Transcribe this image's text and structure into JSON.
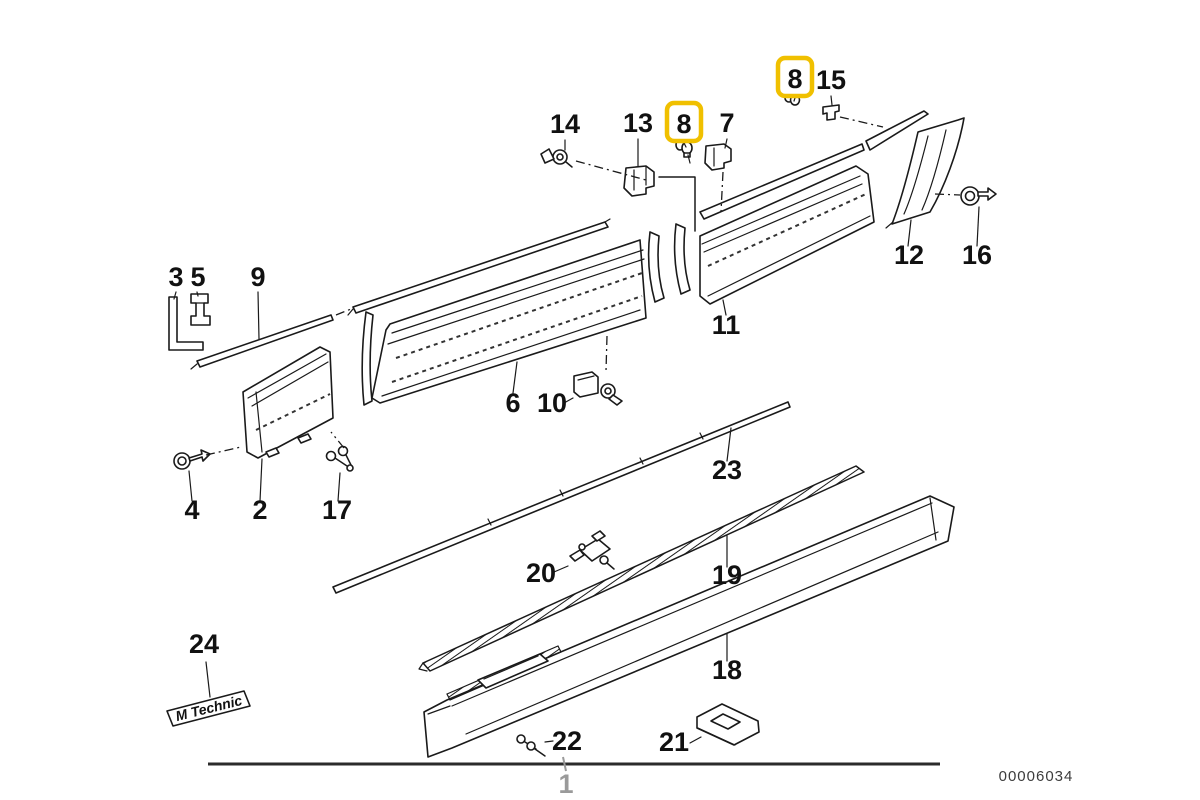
{
  "diagram": {
    "type": "exploded-parts-diagram",
    "doc_number": "00006034",
    "badge_text": "M Technic",
    "highlight_color": "#F0C000",
    "line_color": "#1a1a1a",
    "muted_color": "#9a9a9a",
    "assembly_ref_label": "1",
    "callouts": [
      {
        "label": "14",
        "highlighted": false
      },
      {
        "label": "13",
        "highlighted": false
      },
      {
        "label": "8",
        "highlighted": true
      },
      {
        "label": "7",
        "highlighted": false
      },
      {
        "label": "8",
        "highlighted": true
      },
      {
        "label": "15",
        "highlighted": false
      },
      {
        "label": "12",
        "highlighted": false
      },
      {
        "label": "16",
        "highlighted": false
      },
      {
        "label": "3",
        "highlighted": false
      },
      {
        "label": "5",
        "highlighted": false
      },
      {
        "label": "9",
        "highlighted": false
      },
      {
        "label": "11",
        "highlighted": false
      },
      {
        "label": "6",
        "highlighted": false
      },
      {
        "label": "10",
        "highlighted": false
      },
      {
        "label": "4",
        "highlighted": false
      },
      {
        "label": "2",
        "highlighted": false
      },
      {
        "label": "17",
        "highlighted": false
      },
      {
        "label": "23",
        "highlighted": false
      },
      {
        "label": "20",
        "highlighted": false
      },
      {
        "label": "19",
        "highlighted": false
      },
      {
        "label": "18",
        "highlighted": false
      },
      {
        "label": "24",
        "highlighted": false
      },
      {
        "label": "22",
        "highlighted": false
      },
      {
        "label": "21",
        "highlighted": false
      },
      {
        "label": "1",
        "highlighted": false,
        "muted": true
      }
    ]
  }
}
